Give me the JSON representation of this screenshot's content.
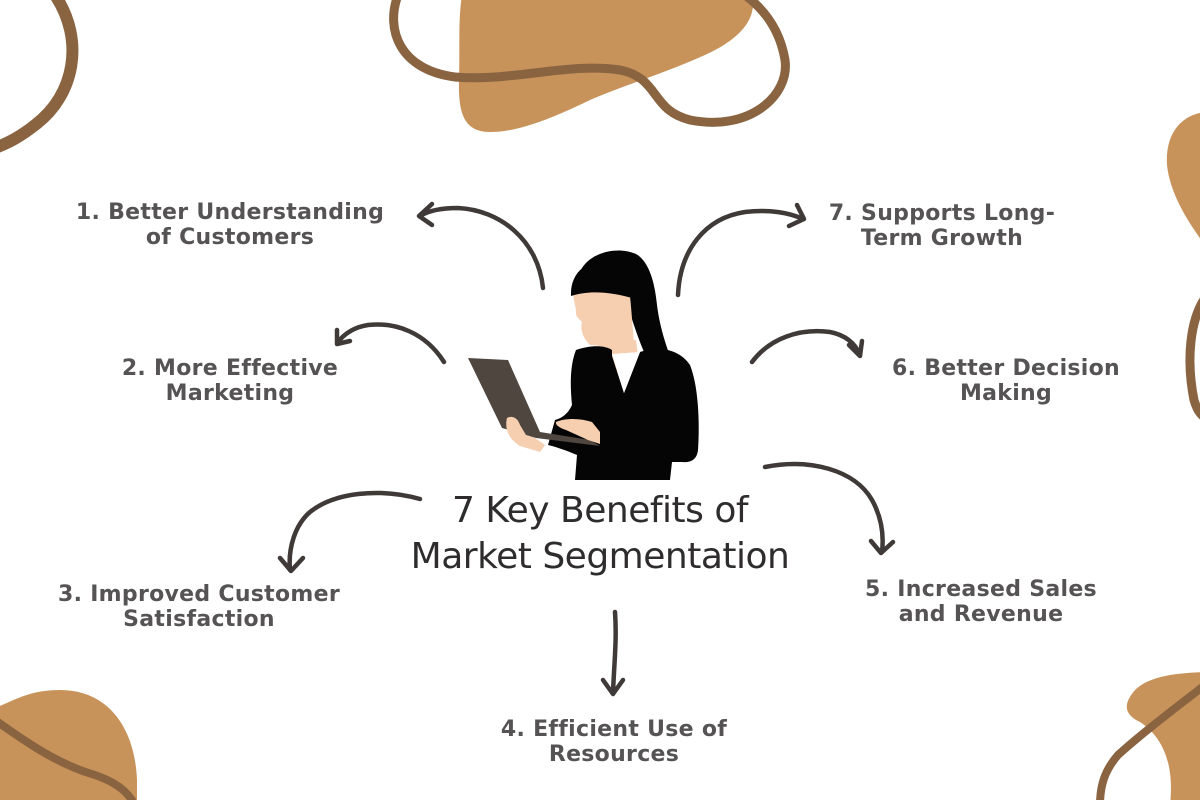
{
  "title": {
    "line1": "7 Key Benefits of",
    "line2": "Market Segmentation"
  },
  "benefits": [
    {
      "number": 1,
      "line1": "1. Better Understanding",
      "line2": "of Customers"
    },
    {
      "number": 2,
      "line1": "2. More Effective",
      "line2": "Marketing"
    },
    {
      "number": 3,
      "line1": "3. Improved Customer",
      "line2": "Satisfaction"
    },
    {
      "number": 4,
      "line1": "4. Efficient Use of",
      "line2": "Resources"
    },
    {
      "number": 5,
      "line1": "5. Increased Sales",
      "line2": "and Revenue"
    },
    {
      "number": 6,
      "line1": "6. Better Decision",
      "line2": "Making"
    },
    {
      "number": 7,
      "line1": "7. Supports Long-",
      "line2": "Term Growth"
    }
  ],
  "illustration": {
    "subject": "woman-with-laptop-icon"
  },
  "colors": {
    "background": "#ffffff",
    "blob_fill": "#c8935a",
    "blob_outline": "#8a6440",
    "arrow": "#3f3a37",
    "benefit_text": "#555354",
    "title_text": "#2e2c2d",
    "suit": "#050505",
    "skin": "#f6cfb0",
    "laptop": "#4f4640"
  }
}
